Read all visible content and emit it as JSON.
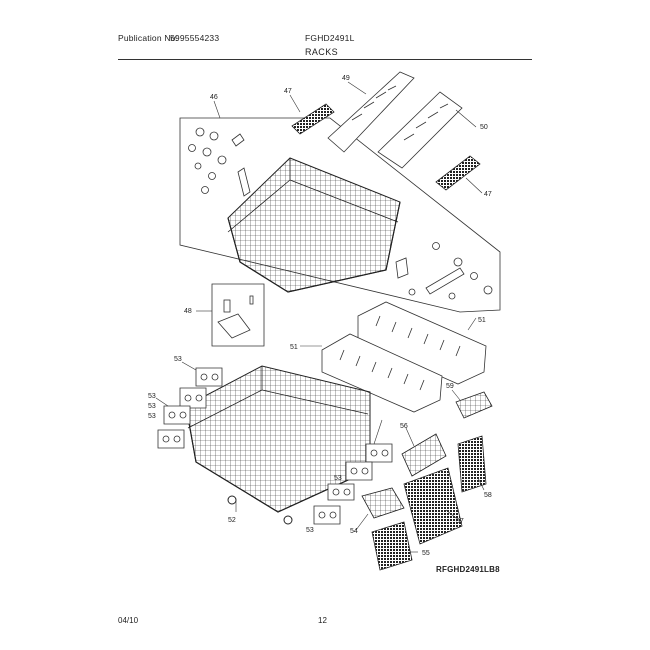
{
  "header": {
    "publication_label": "Publication No:",
    "publication_number": "5995554233",
    "model": "FGHD2491L",
    "section_title": "RACKS"
  },
  "callouts": [
    "46",
    "47",
    "49",
    "50",
    "47",
    "48",
    "51",
    "51",
    "53",
    "53",
    "53",
    "53",
    "53",
    "52",
    "53",
    "56",
    "59",
    "58",
    "57",
    "54",
    "55"
  ],
  "drawing_id": "RFGHD2491LB8",
  "footer": {
    "date": "04/10",
    "page": "12"
  }
}
